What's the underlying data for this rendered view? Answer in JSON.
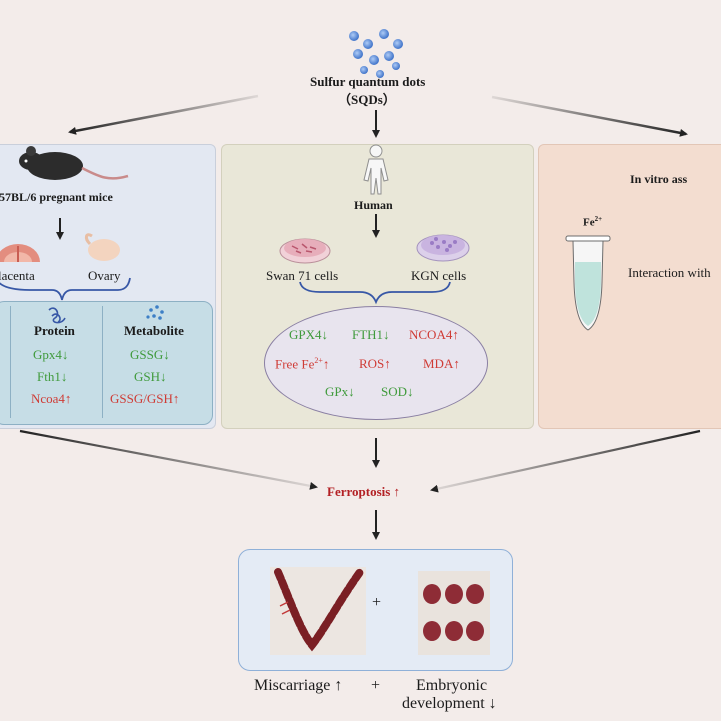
{
  "sqds": {
    "title": "Sulfur quantum dots",
    "abbr": "（SQDs）"
  },
  "left_panel": {
    "title": "57BL/6 pregnant mice",
    "placenta": "lacenta",
    "ovary": "Ovary",
    "protein": {
      "title": "Protein",
      "items": [
        "Gpx4↓",
        "Fth1↓",
        "Ncoa4↑"
      ]
    },
    "metabolite": {
      "title": "Metabolite",
      "items": [
        "GSSG↓",
        "GSH↓",
        "GSSG/GSH↑"
      ]
    }
  },
  "middle_panel": {
    "human": "Human",
    "swan": "Swan 71 cells",
    "kgn": "KGN cells",
    "row1": [
      "GPX4↓",
      "FTH1↓",
      "NCOA4↑"
    ],
    "row2": [
      "Free Fe",
      "2+",
      "↑",
      "ROS↑",
      "MDA↑"
    ],
    "row3": [
      "GPx↓",
      "SOD↓"
    ]
  },
  "right_panel": {
    "title": "In vitro ass",
    "fe": "Fe",
    "fe_sup": "2+",
    "interaction": "Interaction with"
  },
  "ferroptosis": "Ferroptosis ↑",
  "outcome": {
    "plus": "+",
    "miscarriage": "Miscarriage ↑",
    "plus2": "+",
    "embryonic1": "Embryonic",
    "embryonic2": "development ↓"
  },
  "colors": {
    "left_bg": "#e3e8f2",
    "middle_bg": "#e9e7d8",
    "right_bg": "#f3ddd0",
    "green": "#3f9a3b",
    "red": "#cf3b35",
    "dark_red": "#b32024"
  }
}
